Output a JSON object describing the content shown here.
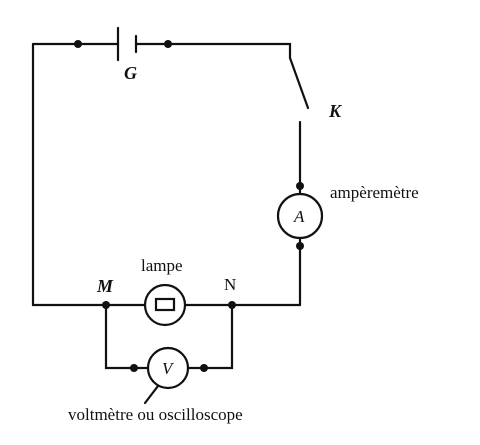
{
  "circuit": {
    "generator_label": "G",
    "switch_label": "K",
    "ammeter_letter": "A",
    "ammeter_label": "ampèremètre",
    "lamp_label": "lampe",
    "node_m_label": "M",
    "node_n_label": "N",
    "voltmeter_letter": "V",
    "voltmeter_label": "voltmètre ou oscilloscope"
  }
}
